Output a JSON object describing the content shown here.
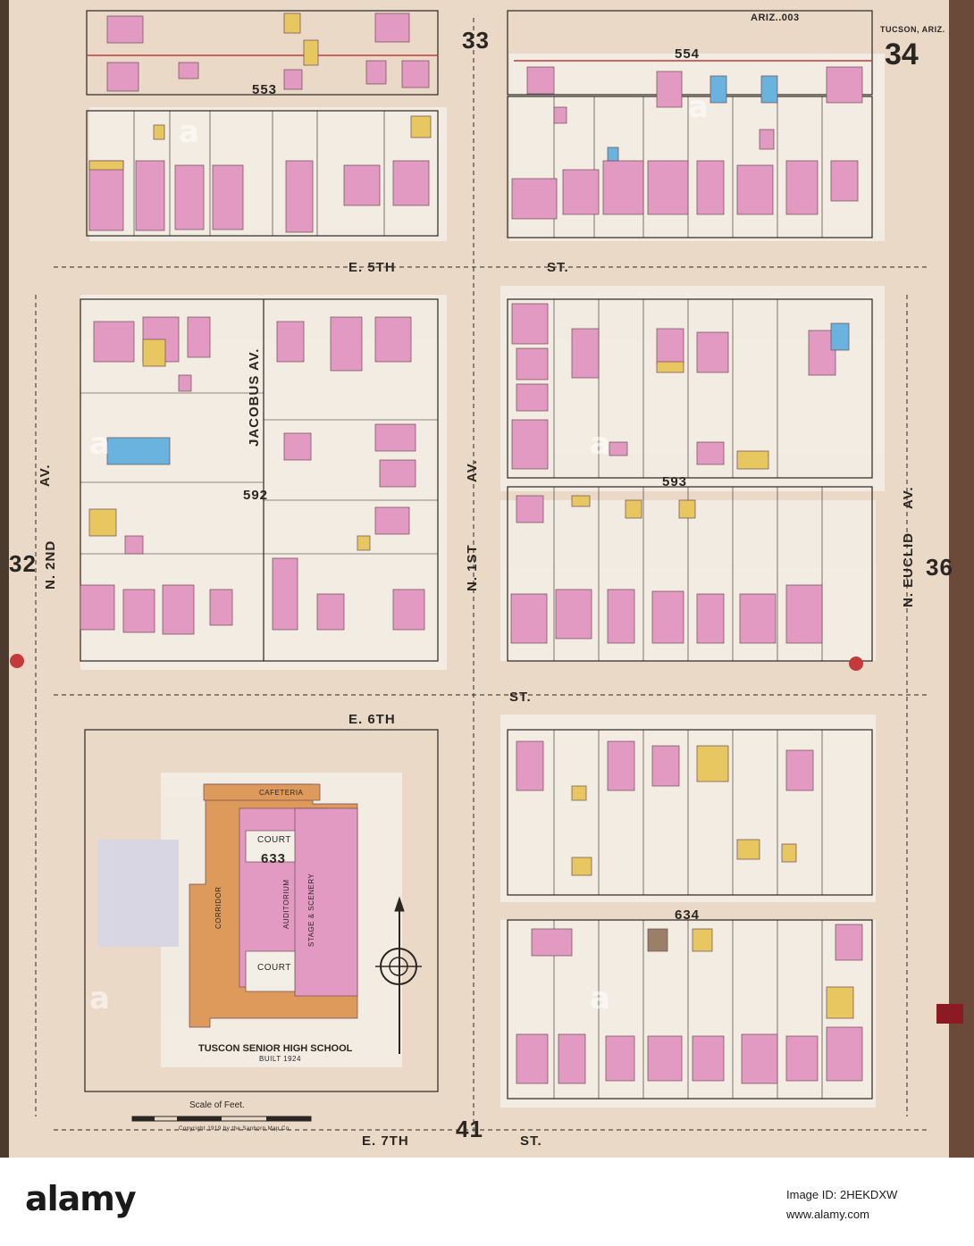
{
  "map": {
    "header_code": "ARIZ..003",
    "city": "TUCSON, ARIZ.",
    "sheet_number": "34",
    "adjacent_sheets": {
      "left": "32",
      "right": "36",
      "top": "33",
      "bottom": "41"
    },
    "streets": {
      "e5th": "E. 5TH",
      "e5th_st": "ST.",
      "e6th": "E. 6TH",
      "e6th_st": "ST.",
      "e7th": "E. 7TH",
      "e7th_st": "ST.",
      "n2nd": "N. 2ND",
      "n2nd_av": "AV.",
      "jacobus": "JACOBUS AV.",
      "n1st": "N. 1ST",
      "n1st_av": "AV.",
      "neuclid": "N. EUCLID",
      "neuclid_av": "AV."
    },
    "blocks": [
      "553",
      "554",
      "592",
      "593",
      "633",
      "634"
    ],
    "school": {
      "name": "TUSCON SENIOR HIGH SCHOOL",
      "built": "BUILT 1924",
      "court": "COURT",
      "auditorium": "AUDITORIUM",
      "cafeteria": "CAFETERIA",
      "corridor": "CORRIDOR",
      "stage": "STAGE & SCENERY"
    },
    "scale_label": "Scale of Feet.",
    "copyright": "Copyright 1919 by the Sanborn Map Co."
  },
  "watermark": {
    "logo": "alamy",
    "image_id": "Image ID: 2HEKDXW",
    "url": "www.alamy.com"
  },
  "colors": {
    "paper": "#ead9c7",
    "brick": "#e29ac2",
    "frame": "#e8c760",
    "stone": "#6ab3de",
    "concrete": "#de9a5a",
    "patch": "#f4efe6",
    "ink": "#2a2622"
  }
}
